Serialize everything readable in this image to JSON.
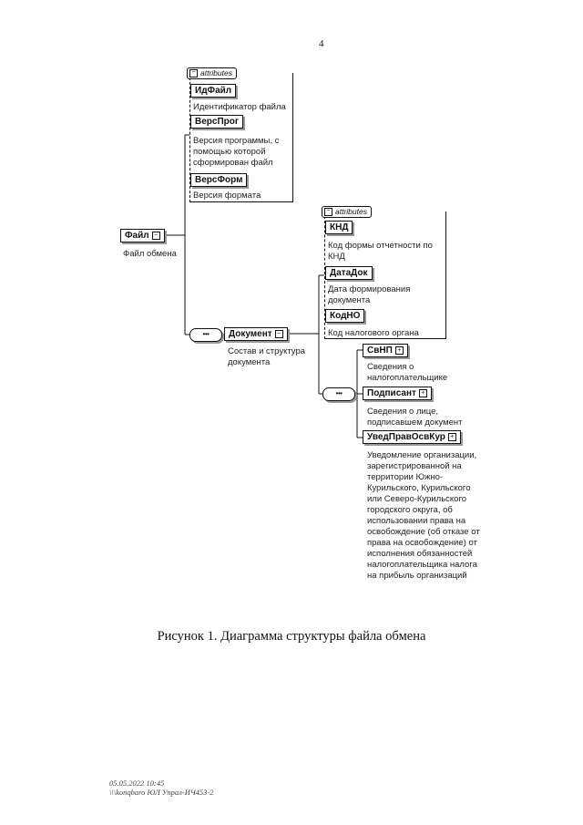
{
  "page_number": "4",
  "diagram": {
    "root": {
      "name": "Файл",
      "desc": "Файл обмена"
    },
    "file_attributes": {
      "header": "attributes",
      "items": [
        {
          "name": "ИдФайл",
          "desc": "Идентификатор файла"
        },
        {
          "name": "ВерсПрог",
          "desc": "Версия программы, с помощью которой сформирован файл"
        },
        {
          "name": "ВерсФорм",
          "desc": "Версия формата"
        }
      ]
    },
    "document": {
      "name": "Документ",
      "desc": "Состав и структура документа"
    },
    "document_attributes": {
      "header": "attributes",
      "items": [
        {
          "name": "КНД",
          "desc": "Код формы отчетности по КНД"
        },
        {
          "name": "ДатаДок",
          "desc": "Дата формирования документа"
        },
        {
          "name": "КодНО",
          "desc": "Код налогового органа"
        }
      ]
    },
    "children": [
      {
        "name": "СвНП",
        "desc": "Сведения о налогоплательщике"
      },
      {
        "name": "Подписант",
        "desc": "Сведения о лице, подписавшем документ"
      },
      {
        "name": "УведПравОсвКур",
        "desc": "Уведомление организации, зарегистрированной на территории Южно-Курильского, Курильского или Северо-Курильского городского округа, об использовании права на освобождение (об отказе от права на освобождение) от исполнения обязанностей налогоплательщика налога на прибыль организаций"
      }
    ]
  },
  "caption": "Рисунок 1. Диаграмма структуры файла обмена",
  "stamp": {
    "line1": "05.05.2022 10:45",
    "line2": "\\\\\\konqbaro ЮЛ Упрал-ИЧ453-2"
  }
}
